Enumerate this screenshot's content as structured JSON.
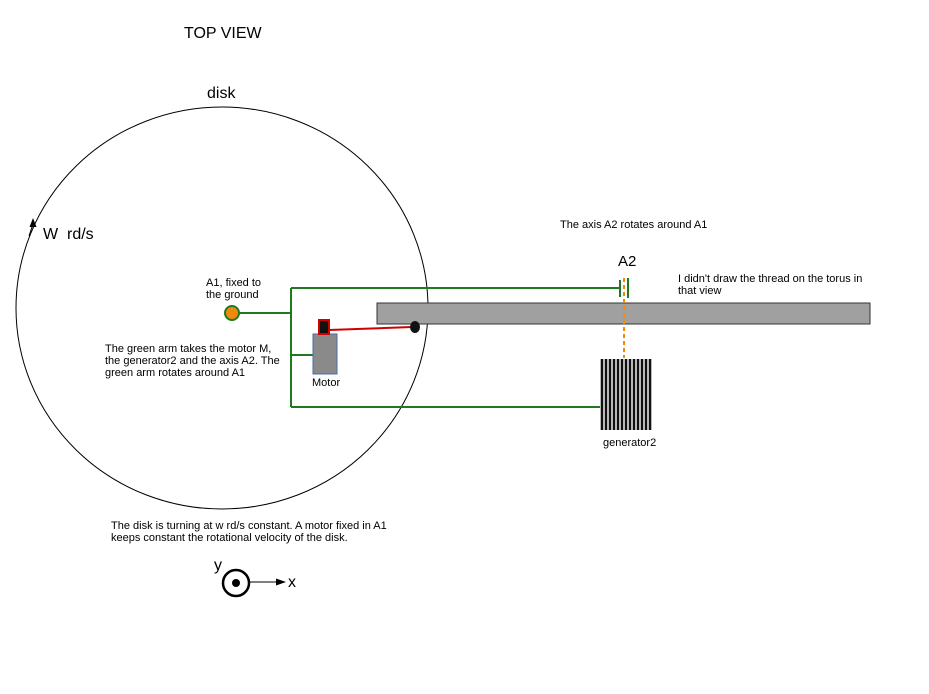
{
  "title": "TOP VIEW",
  "disk_label": "disk",
  "omega_label": "W  rd/s",
  "a1_label": "A1, fixed to\nthe ground",
  "a2_label": "A2",
  "axis_note": "The axis A2 rotates around A1",
  "thread_note": "I didn't draw the thread on the torus in\nthat view",
  "arm_note": "The green arm takes the motor M,\nthe generator2 and the axis A2. The\ngreen arm rotates around A1",
  "motor_label": "Motor",
  "generator_label": "generator2",
  "disk_note": "The disk is turning at w rd/s constant. A motor fixed in A1\nkeeps constant the rotational velocity of the disk.",
  "axis_y_label": "y",
  "axis_x_label": "x",
  "colors": {
    "arm": "#1f7a1f",
    "pivot": "#f0890e",
    "red_link": "#d00000",
    "bar_fill": "#a0a0a0",
    "motor_fill": "#8a8a8a",
    "motor_border": "#4a6fa5",
    "a2_axis": "#f0890e"
  }
}
